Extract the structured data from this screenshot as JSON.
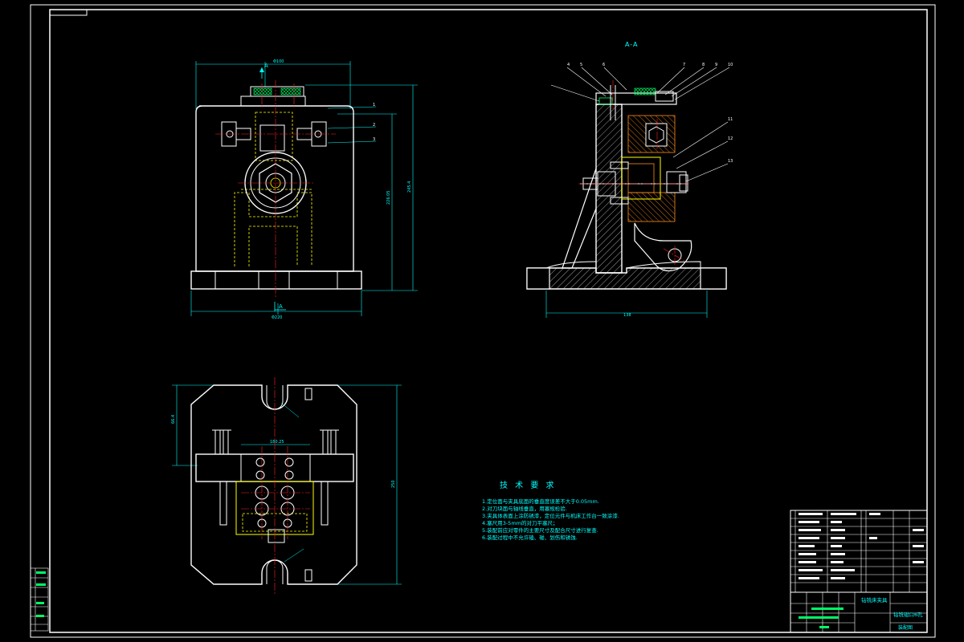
{
  "drawing": {
    "section_label": "A-A",
    "section_marker": "A",
    "technical_requirements": {
      "title": "技 术 要 求",
      "lines": [
        "1.定位面与夹具底面的垂直度误差不大于0.05mm.",
        "2.对刀块面与轴线垂直，用塞规检验.",
        "3.夹具体表面上涂防锈漆，定位元件与机床工作台一致涂漆.",
        "4.塞尺用3-5mm的对刀平塞尺；",
        "5.装配前应对零件的主要尺寸及配合尺寸进行复查.",
        "6.装配过程中不允许磕、碰、划伤和锈蚀."
      ]
    },
    "title_block": {
      "drawing_title": "钻铣床夹具",
      "part_title": "钻铣钳口6孔",
      "drawing_number": "装配图"
    },
    "colors": {
      "outline": "#ffffff",
      "dimension": "#00ffff",
      "centerline": "#ff2020",
      "hidden": "#ffff00",
      "hatch": "#ff8c1a",
      "green": "#00ff66"
    }
  }
}
